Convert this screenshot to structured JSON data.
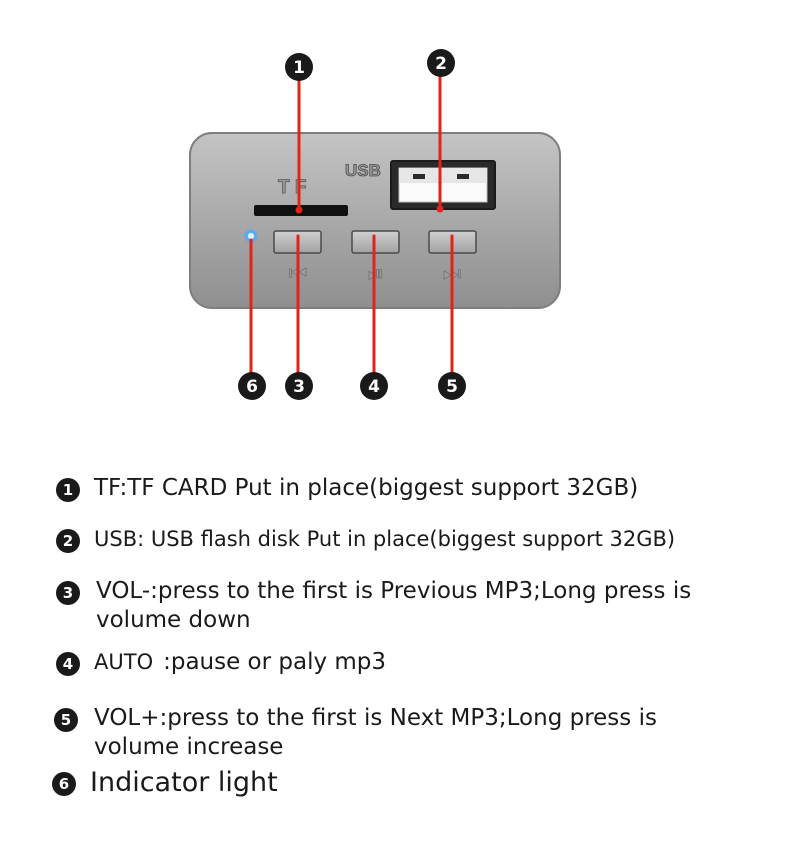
{
  "device": {
    "usb_label": "USB",
    "tf_label": "T F",
    "button_prev_symbol": "⏮",
    "button_play_symbol": "⏯",
    "button_next_symbol": "⏭"
  },
  "callouts": [
    {
      "number": "1"
    },
    {
      "number": "2"
    },
    {
      "number": "3"
    },
    {
      "number": "4"
    },
    {
      "number": "5"
    },
    {
      "number": "6"
    }
  ],
  "legend": [
    {
      "number": "1",
      "text": "TF:TF CARD Put in place(biggest support 32GB)"
    },
    {
      "number": "2",
      "text": "USB: USB flash disk Put in place(biggest support 32GB)"
    },
    {
      "number": "3",
      "line1": "VOL-:press to the first is Previous MP3;Long press is",
      "line2": "volume down"
    },
    {
      "number": "4",
      "text_a": "AUTO",
      "text_b": ":pause or paly mp3"
    },
    {
      "number": "5",
      "line1": "VOL+:press to the first is Next MP3;Long press is",
      "line2": "volume increase"
    },
    {
      "number": "6",
      "text": "Indicator light"
    }
  ],
  "colors": {
    "panel": "#a8a8a8",
    "callout_line": "#e2231a",
    "bullet": "#1a1a1a",
    "indicator": "#4aa8ff"
  }
}
